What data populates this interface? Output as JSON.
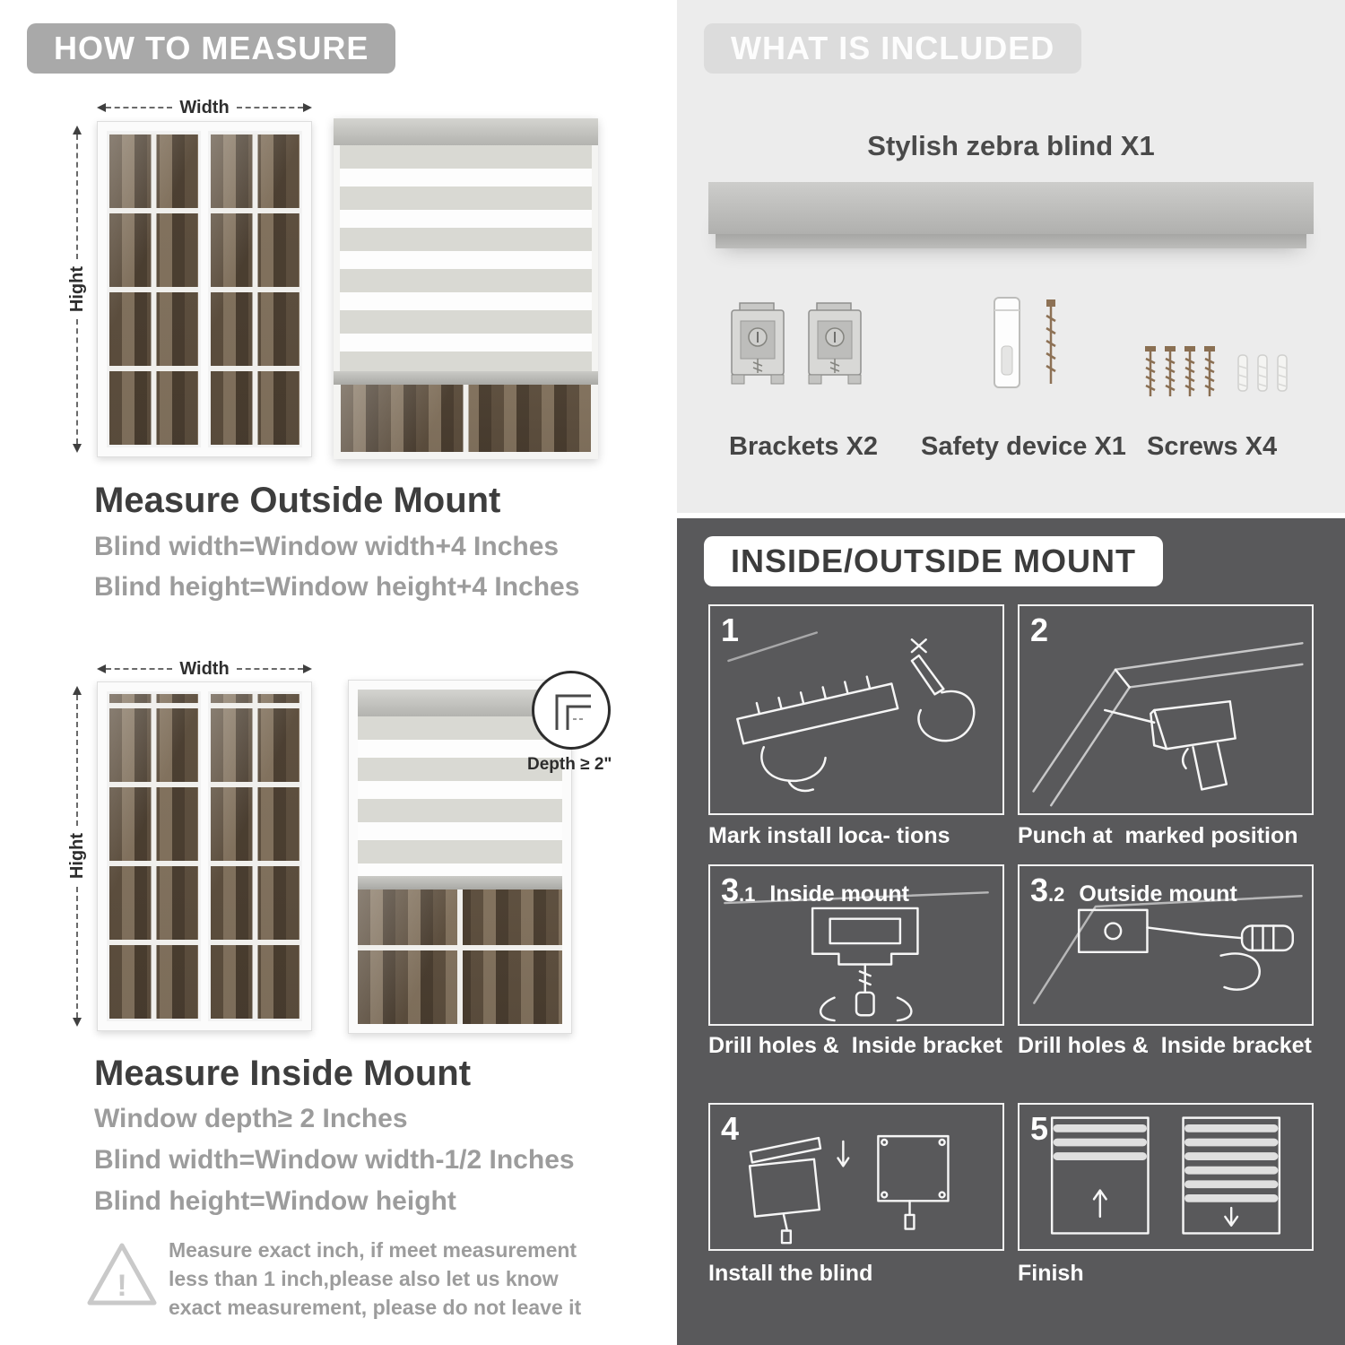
{
  "colors": {
    "panel_light": "#ececec",
    "panel_dark": "#59595b",
    "pill_gray": "#a9a9a9",
    "text_dark": "#3d3d3d",
    "text_gray": "#9c9c9c",
    "photo_wood": "#6f6051",
    "blind_stripe": "#d9d9d3"
  },
  "left": {
    "header": "HOW TO MEASURE",
    "outside": {
      "width_label": "Width",
      "height_label": "Hight",
      "title": "Measure Outside Mount",
      "line1": "Blind width=Window width+4 Inches",
      "line2": "Blind height=Window height+4 Inches"
    },
    "inside": {
      "width_label": "Width",
      "height_label": "Hight",
      "depth_label": "Depth ≥ 2\"",
      "title": "Measure Inside Mount",
      "line1": "Window depth≥ 2 Inches",
      "line2": "Blind width=Window width-1/2 Inches",
      "line3": "Blind height=Window height"
    },
    "warning_mark": "!",
    "note": "Measure exact inch, if meet measurement less than 1 inch,please also let us know exact measurement, please do not leave it"
  },
  "included": {
    "header": "WHAT IS INCLUDED",
    "blind_label": "Stylish zebra blind X1",
    "items": [
      {
        "label": "Brackets X2"
      },
      {
        "label": "Safety device X1"
      },
      {
        "label": "Screws X4"
      }
    ]
  },
  "mount": {
    "header": "INSIDE/OUTSIDE MOUNT",
    "steps": [
      {
        "num": "1",
        "sub": "",
        "label": "",
        "caption": "Mark install loca- tions"
      },
      {
        "num": "2",
        "sub": "",
        "label": "",
        "caption": "Punch at  marked position"
      },
      {
        "num": "3",
        "sub": ".1",
        "label": "Inside mount",
        "caption": "Drill holes &  Inside bracket"
      },
      {
        "num": "3",
        "sub": ".2",
        "label": "Outside mount",
        "caption": "Drill holes &  Inside bracket"
      },
      {
        "num": "4",
        "sub": "",
        "label": "",
        "caption": "Install the blind"
      },
      {
        "num": "5",
        "sub": "",
        "label": "",
        "caption": "Finish"
      }
    ]
  }
}
